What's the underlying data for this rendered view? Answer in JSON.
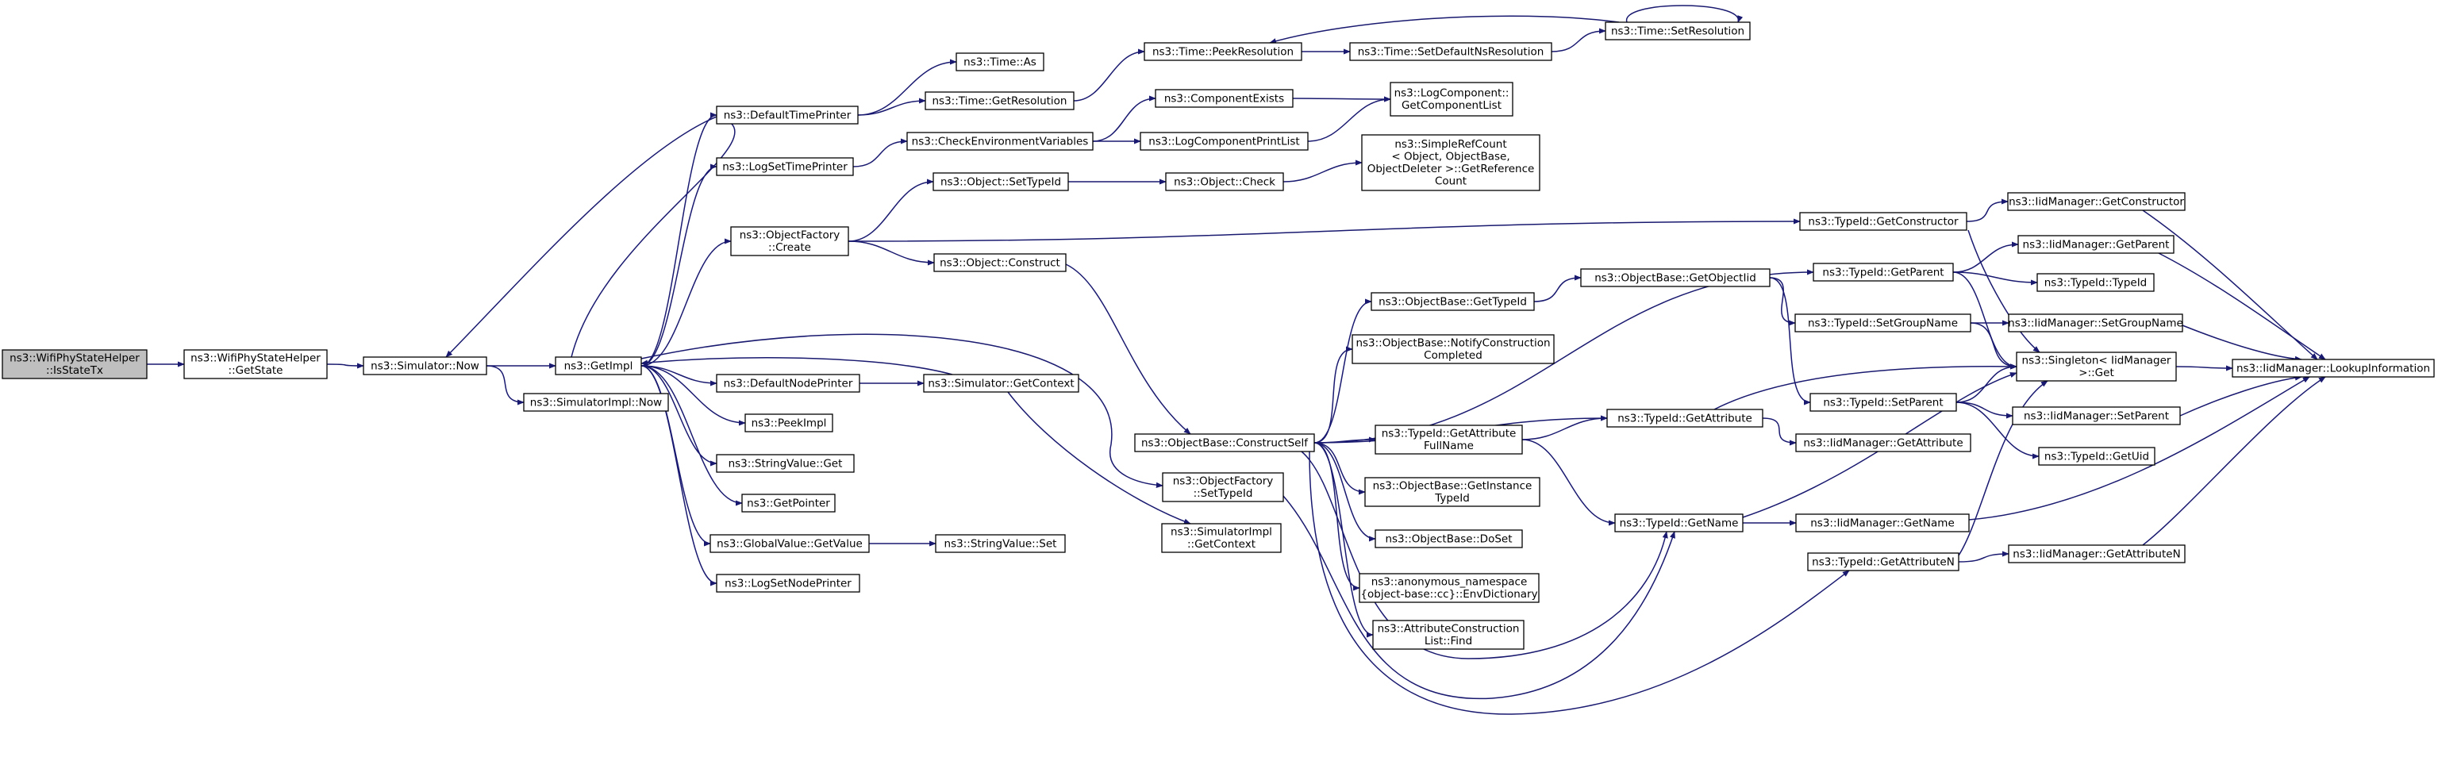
{
  "nodes": [
    {
      "id": "n1",
      "lines": [
        "ns3::WifiPhyStateHelper",
        "::IsStateTx"
      ],
      "root": true
    },
    {
      "id": "n2",
      "lines": [
        "ns3::WifiPhyStateHelper",
        "::GetState"
      ]
    },
    {
      "id": "n3",
      "lines": [
        "ns3::Simulator::Now"
      ]
    },
    {
      "id": "n4",
      "lines": [
        "ns3::SimulatorImpl::Now"
      ]
    },
    {
      "id": "n5",
      "lines": [
        "ns3::GetImpl"
      ]
    },
    {
      "id": "n6",
      "lines": [
        "ns3::DefaultTimePrinter"
      ]
    },
    {
      "id": "n7",
      "lines": [
        "ns3::LogSetTimePrinter"
      ]
    },
    {
      "id": "n8",
      "lines": [
        "ns3::ObjectFactory",
        "::Create"
      ]
    },
    {
      "id": "n9",
      "lines": [
        "ns3::DefaultNodePrinter"
      ]
    },
    {
      "id": "n10",
      "lines": [
        "ns3::PeekImpl"
      ]
    },
    {
      "id": "n11",
      "lines": [
        "ns3::StringValue::Get"
      ]
    },
    {
      "id": "n12",
      "lines": [
        "ns3::GetPointer"
      ]
    },
    {
      "id": "n13",
      "lines": [
        "ns3::GlobalValue::GetValue"
      ]
    },
    {
      "id": "n14",
      "lines": [
        "ns3::LogSetNodePrinter"
      ]
    },
    {
      "id": "n15",
      "lines": [
        "ns3::Time::As"
      ]
    },
    {
      "id": "n16",
      "lines": [
        "ns3::Time::GetResolution"
      ]
    },
    {
      "id": "n17",
      "lines": [
        "ns3::CheckEnvironmentVariables"
      ]
    },
    {
      "id": "n18",
      "lines": [
        "ns3::Object::SetTypeId"
      ]
    },
    {
      "id": "n19",
      "lines": [
        "ns3::Object::Construct"
      ]
    },
    {
      "id": "n20",
      "lines": [
        "ns3::Simulator::GetContext"
      ]
    },
    {
      "id": "n21",
      "lines": [
        "ns3::StringValue::Set"
      ]
    },
    {
      "id": "n22",
      "lines": [
        "ns3::Time::PeekResolution"
      ]
    },
    {
      "id": "n23",
      "lines": [
        "ns3::ComponentExists"
      ]
    },
    {
      "id": "n24",
      "lines": [
        "ns3::LogComponentPrintList"
      ]
    },
    {
      "id": "n25",
      "lines": [
        "ns3::Object::Check"
      ]
    },
    {
      "id": "n26",
      "lines": [
        "ns3::ObjectBase::ConstructSelf"
      ]
    },
    {
      "id": "n27",
      "lines": [
        "ns3::ObjectFactory",
        "::SetTypeId"
      ]
    },
    {
      "id": "n28",
      "lines": [
        "ns3::SimulatorImpl",
        "::GetContext"
      ]
    },
    {
      "id": "n29",
      "lines": [
        "ns3::Time::SetDefaultNsResolution"
      ]
    },
    {
      "id": "n30",
      "lines": [
        "ns3::LogComponent::",
        "GetComponentList"
      ]
    },
    {
      "id": "n31",
      "lines": [
        "ns3::SimpleRefCount",
        "< Object, ObjectBase,",
        "ObjectDeleter >::GetReference",
        "Count"
      ]
    },
    {
      "id": "n32",
      "lines": [
        "ns3::ObjectBase::GetTypeId"
      ]
    },
    {
      "id": "n33",
      "lines": [
        "ns3::ObjectBase::NotifyConstruction",
        "Completed"
      ]
    },
    {
      "id": "n34",
      "lines": [
        "ns3::TypeId::GetAttribute",
        "FullName"
      ]
    },
    {
      "id": "n35",
      "lines": [
        "ns3::ObjectBase::GetInstance",
        "TypeId"
      ]
    },
    {
      "id": "n36",
      "lines": [
        "ns3::ObjectBase::DoSet"
      ]
    },
    {
      "id": "n37",
      "lines": [
        "ns3::anonymous_namespace",
        "{object-base::cc}::EnvDictionary"
      ]
    },
    {
      "id": "n38",
      "lines": [
        "ns3::AttributeConstruction",
        "List::Find"
      ]
    },
    {
      "id": "n39",
      "lines": [
        "ns3::Time::SetResolution"
      ]
    },
    {
      "id": "n40",
      "lines": [
        "ns3::ObjectBase::GetObjectIid"
      ]
    },
    {
      "id": "n41",
      "lines": [
        "ns3::TypeId::GetAttribute"
      ]
    },
    {
      "id": "n42",
      "lines": [
        "ns3::TypeId::GetName"
      ]
    },
    {
      "id": "n43",
      "lines": [
        "ns3::TypeId::GetConstructor"
      ]
    },
    {
      "id": "n44",
      "lines": [
        "ns3::TypeId::GetParent"
      ]
    },
    {
      "id": "n45",
      "lines": [
        "ns3::TypeId::SetGroupName"
      ]
    },
    {
      "id": "n46",
      "lines": [
        "ns3::TypeId::SetParent"
      ]
    },
    {
      "id": "n47",
      "lines": [
        "ns3::IidManager::GetAttribute"
      ]
    },
    {
      "id": "n48",
      "lines": [
        "ns3::IidManager::GetName"
      ]
    },
    {
      "id": "n49",
      "lines": [
        "ns3::TypeId::GetAttributeN"
      ]
    },
    {
      "id": "n50",
      "lines": [
        "ns3::IidManager::GetConstructor"
      ]
    },
    {
      "id": "n51",
      "lines": [
        "ns3::IidManager::GetParent"
      ]
    },
    {
      "id": "n52",
      "lines": [
        "ns3::TypeId::TypeId"
      ]
    },
    {
      "id": "n53",
      "lines": [
        "ns3::IidManager::SetGroupName"
      ]
    },
    {
      "id": "n54",
      "lines": [
        "ns3::Singleton< IidManager",
        ">::Get"
      ]
    },
    {
      "id": "n55",
      "lines": [
        "ns3::IidManager::SetParent"
      ]
    },
    {
      "id": "n56",
      "lines": [
        "ns3::TypeId::GetUid"
      ]
    },
    {
      "id": "n57",
      "lines": [
        "ns3::IidManager::GetAttributeN"
      ]
    },
    {
      "id": "n58",
      "lines": [
        "ns3::IidManager::LookupInformation"
      ]
    }
  ],
  "edges": [
    [
      "n1",
      "n2"
    ],
    [
      "n2",
      "n3"
    ],
    [
      "n3",
      "n5"
    ],
    [
      "n3",
      "n4"
    ],
    [
      "n5",
      "n3"
    ],
    [
      "n5",
      "n6"
    ],
    [
      "n5",
      "n7"
    ],
    [
      "n5",
      "n8"
    ],
    [
      "n5",
      "n9"
    ],
    [
      "n5",
      "n10"
    ],
    [
      "n5",
      "n11"
    ],
    [
      "n5",
      "n12"
    ],
    [
      "n5",
      "n13"
    ],
    [
      "n5",
      "n14"
    ],
    [
      "n5",
      "n27"
    ],
    [
      "n6",
      "n15"
    ],
    [
      "n6",
      "n16"
    ],
    [
      "n7",
      "n17"
    ],
    [
      "n8",
      "n18"
    ],
    [
      "n8",
      "n19"
    ],
    [
      "n8",
      "n43"
    ],
    [
      "n9",
      "n20"
    ],
    [
      "n20",
      "n5"
    ],
    [
      "n20",
      "n28"
    ],
    [
      "n13",
      "n21"
    ],
    [
      "n16",
      "n22"
    ],
    [
      "n22",
      "n29"
    ],
    [
      "n29",
      "n39"
    ],
    [
      "n39",
      "n22"
    ],
    [
      "n39",
      "n39"
    ],
    [
      "n17",
      "n23"
    ],
    [
      "n17",
      "n24"
    ],
    [
      "n23",
      "n30"
    ],
    [
      "n24",
      "n30"
    ],
    [
      "n18",
      "n25"
    ],
    [
      "n25",
      "n31"
    ],
    [
      "n19",
      "n26"
    ],
    [
      "n26",
      "n32"
    ],
    [
      "n26",
      "n33"
    ],
    [
      "n26",
      "n34"
    ],
    [
      "n26",
      "n35"
    ],
    [
      "n26",
      "n36"
    ],
    [
      "n26",
      "n37"
    ],
    [
      "n26",
      "n38"
    ],
    [
      "n26",
      "n41"
    ],
    [
      "n26",
      "n42"
    ],
    [
      "n26",
      "n44"
    ],
    [
      "n26",
      "n49"
    ],
    [
      "n27",
      "n42"
    ],
    [
      "n32",
      "n40"
    ],
    [
      "n40",
      "n45"
    ],
    [
      "n40",
      "n46"
    ],
    [
      "n34",
      "n41"
    ],
    [
      "n34",
      "n42"
    ],
    [
      "n41",
      "n47"
    ],
    [
      "n41",
      "n54"
    ],
    [
      "n42",
      "n48"
    ],
    [
      "n42",
      "n54"
    ],
    [
      "n48",
      "n58"
    ],
    [
      "n43",
      "n50"
    ],
    [
      "n43",
      "n54"
    ],
    [
      "n50",
      "n58"
    ],
    [
      "n44",
      "n51"
    ],
    [
      "n44",
      "n52"
    ],
    [
      "n44",
      "n54"
    ],
    [
      "n51",
      "n58"
    ],
    [
      "n45",
      "n53"
    ],
    [
      "n45",
      "n54"
    ],
    [
      "n53",
      "n58"
    ],
    [
      "n46",
      "n55"
    ],
    [
      "n46",
      "n56"
    ],
    [
      "n46",
      "n54"
    ],
    [
      "n55",
      "n58"
    ],
    [
      "n49",
      "n57"
    ],
    [
      "n49",
      "n54"
    ],
    [
      "n57",
      "n58"
    ],
    [
      "n54",
      "n58"
    ]
  ]
}
